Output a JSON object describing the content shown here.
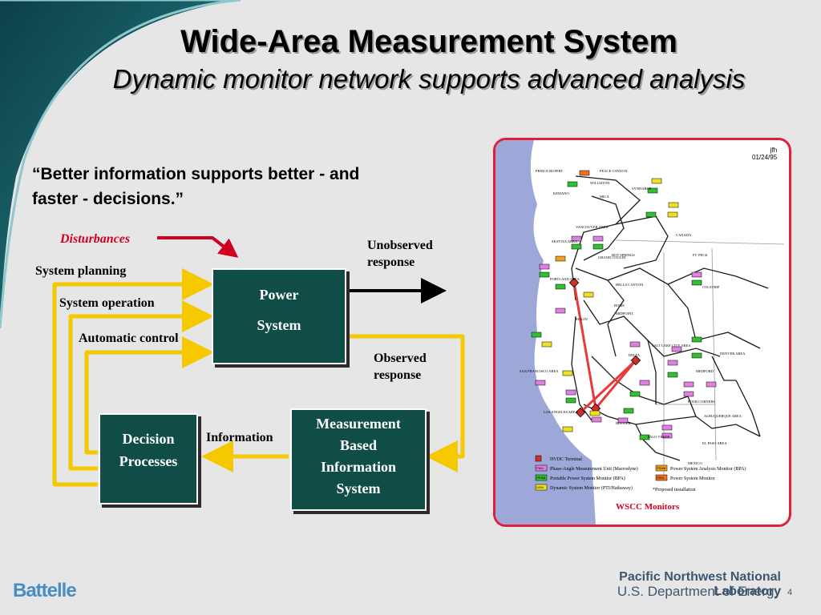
{
  "slide": {
    "title": "Wide-Area Measurement System",
    "subtitle": "Dynamic monitor network supports advanced analysis",
    "quote": "“Better information supports better - and faster - decisions.”",
    "page_number": "4"
  },
  "diagram": {
    "disturbances": "Disturbances",
    "system_planning": "System planning",
    "system_operation": "System operation",
    "automatic_control": "Automatic control",
    "unobserved_response": "Unobserved response",
    "observed_response": "Observed response",
    "information": "Information",
    "power_system": [
      "Power",
      "System"
    ],
    "decision_processes": [
      "Decision",
      "Processes"
    ],
    "measurement_system": [
      "Measurement",
      "Based",
      "Information",
      "System"
    ],
    "colors": {
      "loop": "#f5c800",
      "box": "#0f4d46",
      "disturbance": "#d00020"
    }
  },
  "map": {
    "author": "jfh",
    "date": "01/24/95",
    "caption": "WSCC Monitors",
    "legend": [
      {
        "code": "",
        "text": "HVDC Terminal",
        "color": "#d0302a"
      },
      {
        "code": "PMU",
        "text": "Phase-Angle Measurement Unit (Macrodyne)",
        "color": "#e080e0"
      },
      {
        "code": "PPSM",
        "text": "Portable Power System Monitor (BPA)",
        "color": "#30c030"
      },
      {
        "code": "DSM",
        "text": "Dynamic System Monitor (PTI/Hathaway)",
        "color": "#f0e020"
      },
      {
        "code": "PSAM",
        "text": "Power System Analysis Monitor (BPA)",
        "color": "#f0a020"
      },
      {
        "code": "PSM",
        "text": "Power System Monitor",
        "color": "#f07020"
      }
    ],
    "proposed_note": "*Proposed installation",
    "places": [
      "PRINCE RUPERT",
      "PEACE CANYON",
      "WILLISTON",
      "KEMANO",
      "SYNDARCE",
      "MICA",
      "VANCOUVER AREA",
      "SEATTLE AREA",
      "CANADA",
      "HOT SPRINGS",
      "FT. PECK",
      "PORTLAND AREA",
      "GRAND COULEE",
      "HELLS CANYON",
      "COLSTRIP",
      "BOISE",
      "MIDPOINT",
      "SALT LAKE CITY AREA",
      "DENVER AREA",
      "MEDFORD",
      "SAN FRANCISCO AREA",
      "LOS ANGELES AREA",
      "HOOVER",
      "FOUR CORNERS",
      "ALBUQUERQUE AREA",
      "PALO VERDE",
      "EL PASO AREA",
      "MEXICO",
      "DELTA",
      "MALIN"
    ]
  },
  "footer": {
    "company": "Battelle",
    "lab": "Pacific Northwest National Laboratory",
    "department": "U.S. Department of Energy"
  }
}
